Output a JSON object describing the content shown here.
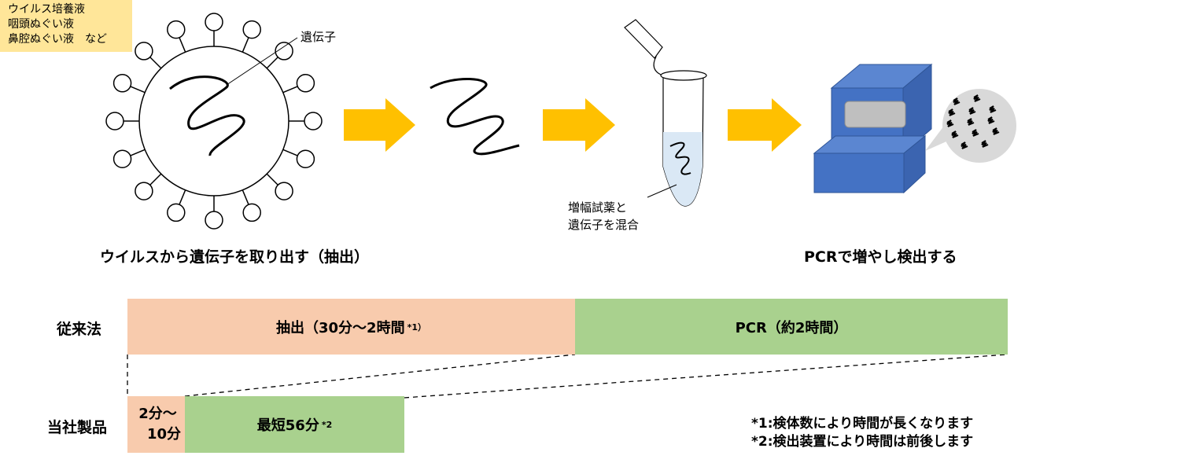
{
  "sample_note": {
    "lines": [
      "ウイルス培養液",
      "咽頭ぬぐい液",
      "鼻腔ぬぐい液　など"
    ],
    "color": "#ffe699"
  },
  "labels": {
    "gene": "遺伝子",
    "reagent_line1": "増幅試薬と",
    "reagent_line2": "遺伝子を混合"
  },
  "captions": {
    "extract": "ウイルスから遺伝子を取り出す（抽出）",
    "pcr": "PCRで増やし検出する"
  },
  "timeline": {
    "conventional": {
      "label": "従来法",
      "extraction": "抽出（30分～2時間",
      "extraction_mark": "*1）",
      "pcr": "PCR（約2時間）"
    },
    "ours": {
      "label": "当社製品",
      "prep_line1": "2分～",
      "prep_line2": "10分",
      "shortest": "最短56分",
      "shortest_mark": "*2"
    }
  },
  "notes": [
    "*1:検体数により時間が長くなります",
    "*2:検出装置により時間は前後します"
  ],
  "colors": {
    "arrow": "#ffc000",
    "machine": "#4472c4",
    "extraction_bar": "#f8cbad",
    "pcr_bar": "#a9d18e",
    "bubble": "#d9d9d9"
  }
}
